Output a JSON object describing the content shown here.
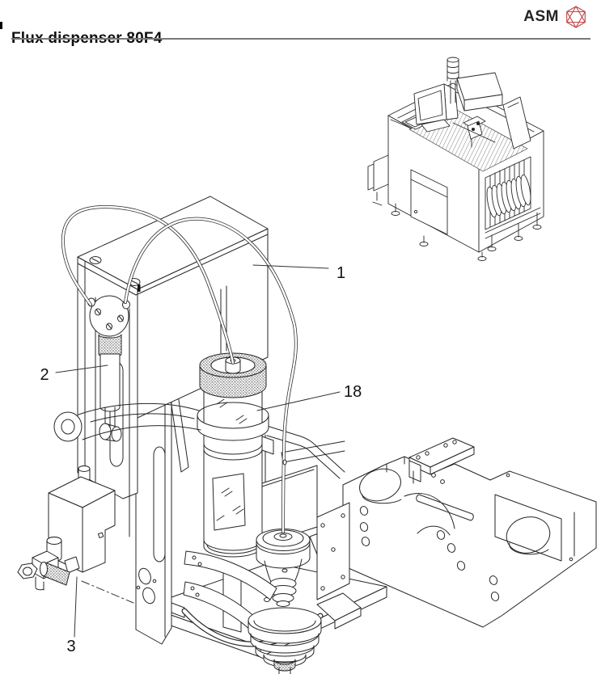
{
  "page": {
    "title": "Flux dispenser 80F4"
  },
  "brand": {
    "name": "ASM",
    "logo_color": "#c04548"
  },
  "figure": {
    "name": "flux-dispenser-exploded-drawing",
    "inset_name": "placement-machine-overview",
    "callouts": [
      {
        "label": "1"
      },
      {
        "label": "2"
      },
      {
        "label": "3"
      },
      {
        "label": "18"
      }
    ]
  }
}
